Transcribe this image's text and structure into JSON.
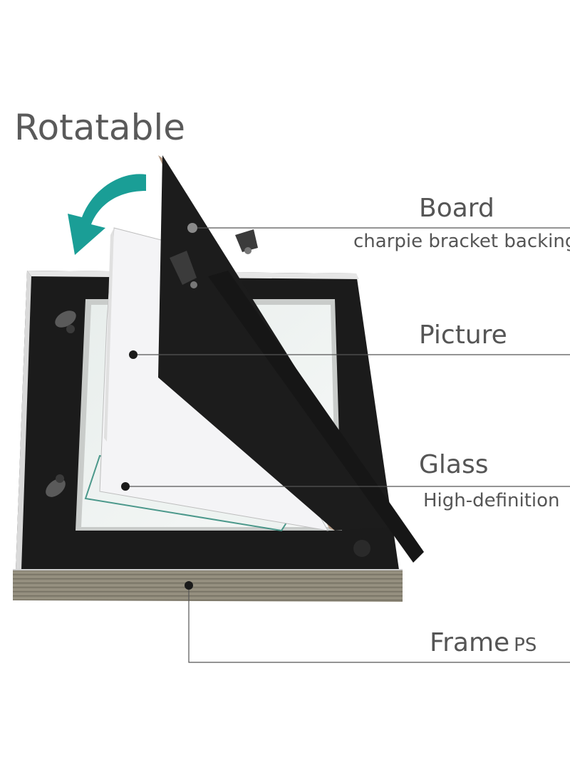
{
  "headline": "Rotatable",
  "callouts": {
    "board": {
      "label": "Board",
      "sub": "charpie bracket backing"
    },
    "picture": {
      "label": "Picture"
    },
    "glass": {
      "label": "Glass",
      "sub": "High-definition"
    },
    "frame": {
      "label": "Frame",
      "suffix": "PS"
    }
  },
  "icons": {
    "rotate": "curved-arrow-icon"
  },
  "colors": {
    "arrow": "#1a9e96",
    "text": "#555555",
    "backing": "#1c1c1c",
    "frame_wood": "#8b8574"
  }
}
